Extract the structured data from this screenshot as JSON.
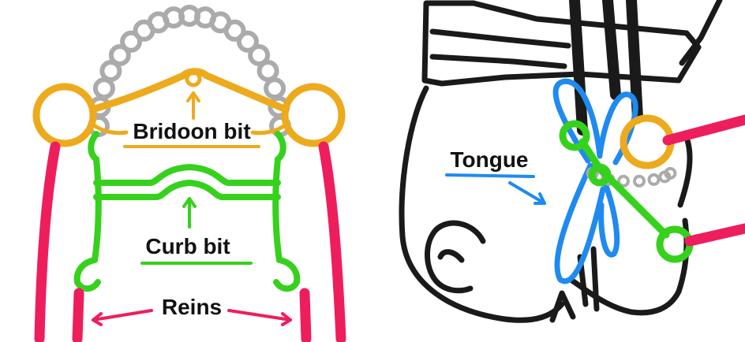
{
  "colors": {
    "bridoon": "#EDAA1D",
    "curb": "#36D11D",
    "reins": "#EE1E5D",
    "tongue": "#1F8AF0",
    "chain": "#ABABAB",
    "outline": "#1A1A1A"
  },
  "left_panel": {
    "bridoon_label": "Bridoon bit",
    "curb_label": "Curb bit",
    "reins_label": "Reins"
  },
  "right_panel": {
    "tongue_label": "Tongue"
  }
}
